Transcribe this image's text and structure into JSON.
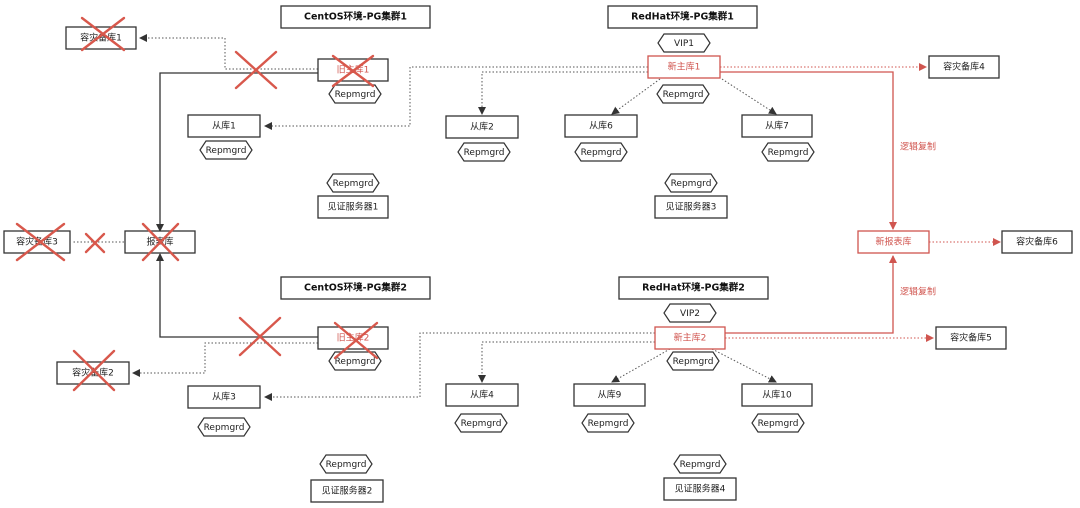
{
  "titles": {
    "centos1": "CentOS环境-PG集群1",
    "redhat1": "RedHat环境-PG集群1",
    "centos2": "CentOS环境-PG集群2",
    "redhat2": "RedHat环境-PG集群2"
  },
  "nodes": {
    "dr1": "容灾备库1",
    "old_master1": "旧主库1",
    "replica1": "从库1",
    "witness1": "见证服务器1",
    "report": "报表库",
    "dr3": "容灾备库3",
    "old_master2": "旧主库2",
    "dr2": "容灾备库2",
    "replica3": "从库3",
    "witness2": "见证服务器2",
    "new_master1": "新主库1",
    "replica2": "从库2",
    "replica6": "从库6",
    "replica7": "从库7",
    "witness3": "见证服务器3",
    "dr4": "容灾备库4",
    "new_report": "新报表库",
    "dr6": "容灾备库6",
    "new_master2": "新主库2",
    "replica4": "从库4",
    "replica9": "从库9",
    "replica10": "从库10",
    "witness4": "见证服务器4",
    "dr5": "容灾备库5"
  },
  "vip": {
    "vip1": "VIP1",
    "vip2": "VIP2"
  },
  "repmgr_label": "Repmgrd",
  "edge_labels": {
    "logical1": "逻辑复制",
    "logical2": "逻辑复制"
  },
  "colors": {
    "accent_red": "#d0554f",
    "cross_red": "#d8584c",
    "line": "#333333"
  }
}
